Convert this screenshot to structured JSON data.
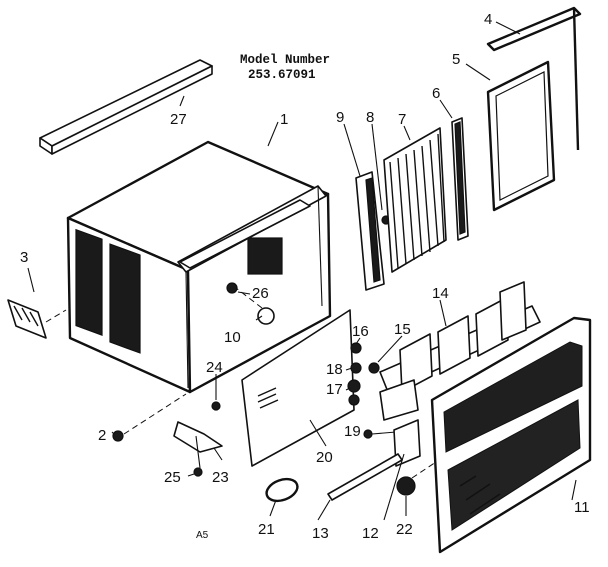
{
  "model": {
    "heading": "Model Number",
    "number": "253.67091"
  },
  "page_code": "A5",
  "callouts": {
    "c1": "1",
    "c2": "2",
    "c3": "3",
    "c4": "4",
    "c5": "5",
    "c6": "6",
    "c7": "7",
    "c8": "8",
    "c9": "9",
    "c10": "10",
    "c11": "11",
    "c12": "12",
    "c13": "13",
    "c14": "14",
    "c15": "15",
    "c16": "16",
    "c17": "17",
    "c18": "18",
    "c19": "19",
    "c20": "20",
    "c21": "21",
    "c22": "22",
    "c23": "23",
    "c24": "24",
    "c25": "25",
    "c26": "26",
    "c27": "27"
  }
}
